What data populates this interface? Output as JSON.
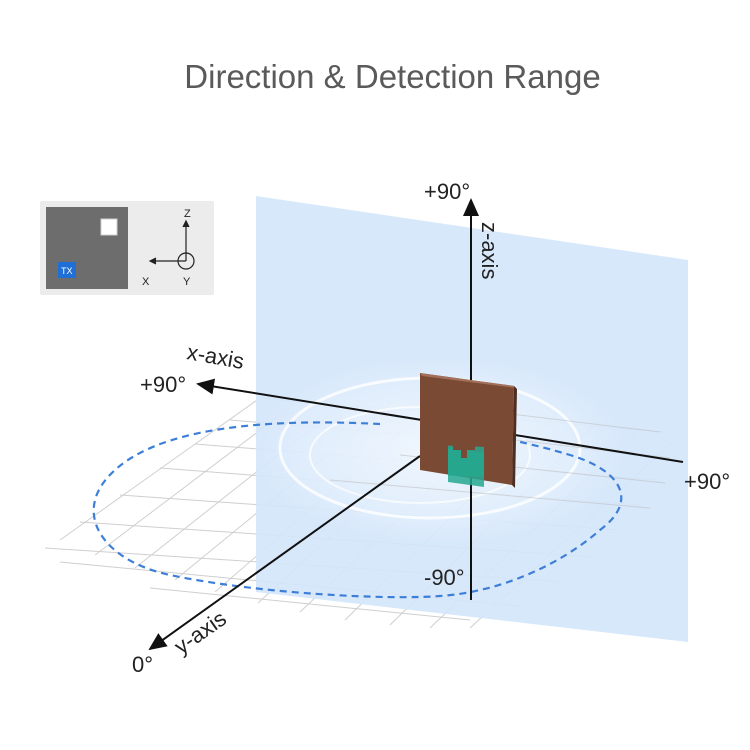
{
  "title": "Direction & Detection Range",
  "axes": {
    "x": {
      "name": "x-axis",
      "pos_label": "+90°"
    },
    "y": {
      "name": "y-axis",
      "zero_label": "0°"
    },
    "z": {
      "name": "z-axis",
      "top_label": "+90°",
      "bottom_label": "-90°"
    },
    "right_label": "+90°"
  },
  "inset": {
    "tx_label": "TX",
    "axis_z": "Z",
    "axis_x": "X",
    "axis_y": "Y"
  },
  "colors": {
    "plane": "#d7e8fb",
    "range_outline": "#3d7fd8",
    "grid": "#c8c8c8",
    "chip": "#7a4a34",
    "chip_pattern": "#2bb39a",
    "tx_badge": "#1f6fd6"
  },
  "icons": [
    "radar-chip-icon",
    "coordinate-axes-icon"
  ]
}
